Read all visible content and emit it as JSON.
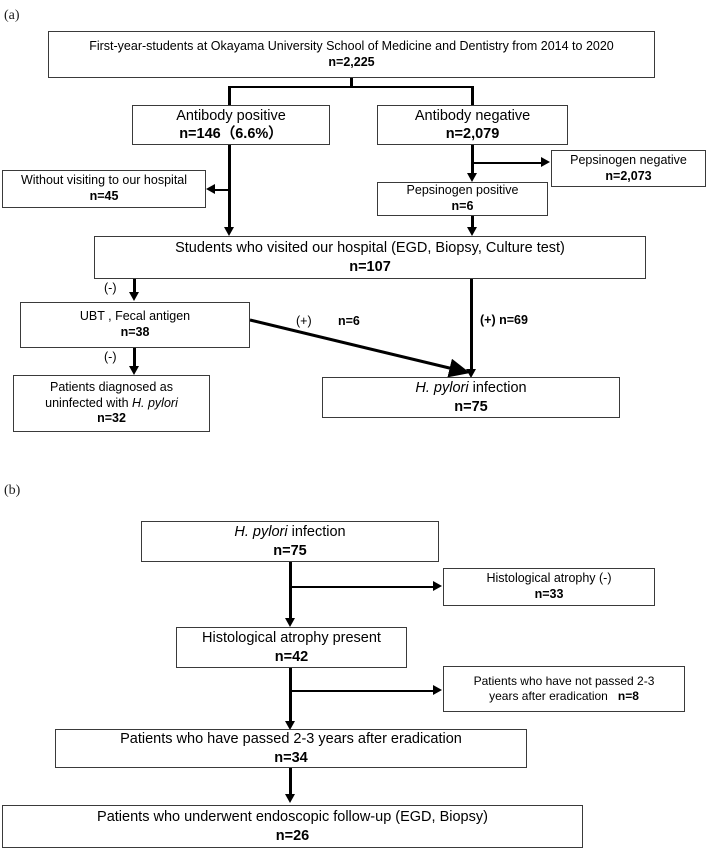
{
  "figure": {
    "panel_a_label": "(a)",
    "panel_b_label": "(b)"
  },
  "panel_a": {
    "nodes": {
      "cohort": {
        "line1": "First-year-students at Okayama University School of Medicine and Dentistry from 2014 to 2020",
        "line2": "n=2,225"
      },
      "antibody_positive": {
        "line1": "Antibody positive",
        "line2": "n=146（6.6%）"
      },
      "antibody_negative": {
        "line1": "Antibody negative",
        "line2": "n=2,079"
      },
      "without_visiting": {
        "line1": "Without visiting to our hospital",
        "line2": "n=45"
      },
      "pepsinogen_positive": {
        "line1": "Pepsinogen positive",
        "line2": "n=6"
      },
      "pepsinogen_negative": {
        "line1": "Pepsinogen negative",
        "line2": "n=2,073"
      },
      "visited_hospital": {
        "line1": "Students who visited our hospital (EGD, Biopsy, Culture test)",
        "line2": "n=107"
      },
      "ubt_fecal": {
        "line1": "UBT , Fecal antigen",
        "line2": "n=38"
      },
      "uninfected": {
        "line1": "Patients diagnosed as",
        "line2": "uninfected with ",
        "line2_italic": "H. pylori",
        "line3": "n=32"
      },
      "hp_infection": {
        "line1_italic": "H. pylori",
        "line1_rest": " infection",
        "line2": "n=75"
      }
    },
    "edge_labels": {
      "ubt_branch_neg": "(-)",
      "uninfected_neg": "(-)",
      "ubt_pos_sign": "(+)",
      "ubt_pos_n": "n=6",
      "direct_pos": "(+) n=69"
    }
  },
  "panel_b": {
    "nodes": {
      "hp_infection": {
        "line1_italic": "H. pylori",
        "line1_rest": " infection",
        "line2": "n=75"
      },
      "atrophy_negative": {
        "line1": "Histological atrophy  (-)",
        "line2": "n=33"
      },
      "atrophy_present": {
        "line1": "Histological atrophy  present",
        "line2": "n=42"
      },
      "not_passed": {
        "line1": "Patients who have not passed 2-3",
        "line2": "years after eradication",
        "line2_bold": "n=8"
      },
      "passed": {
        "line1": "Patients who have passed 2-3 years after eradication",
        "line2": "n=34"
      },
      "endoscopic_followup": {
        "line1": "Patients who underwent endoscopic follow-up (EGD, Biopsy)",
        "line2": "n=26"
      }
    }
  }
}
